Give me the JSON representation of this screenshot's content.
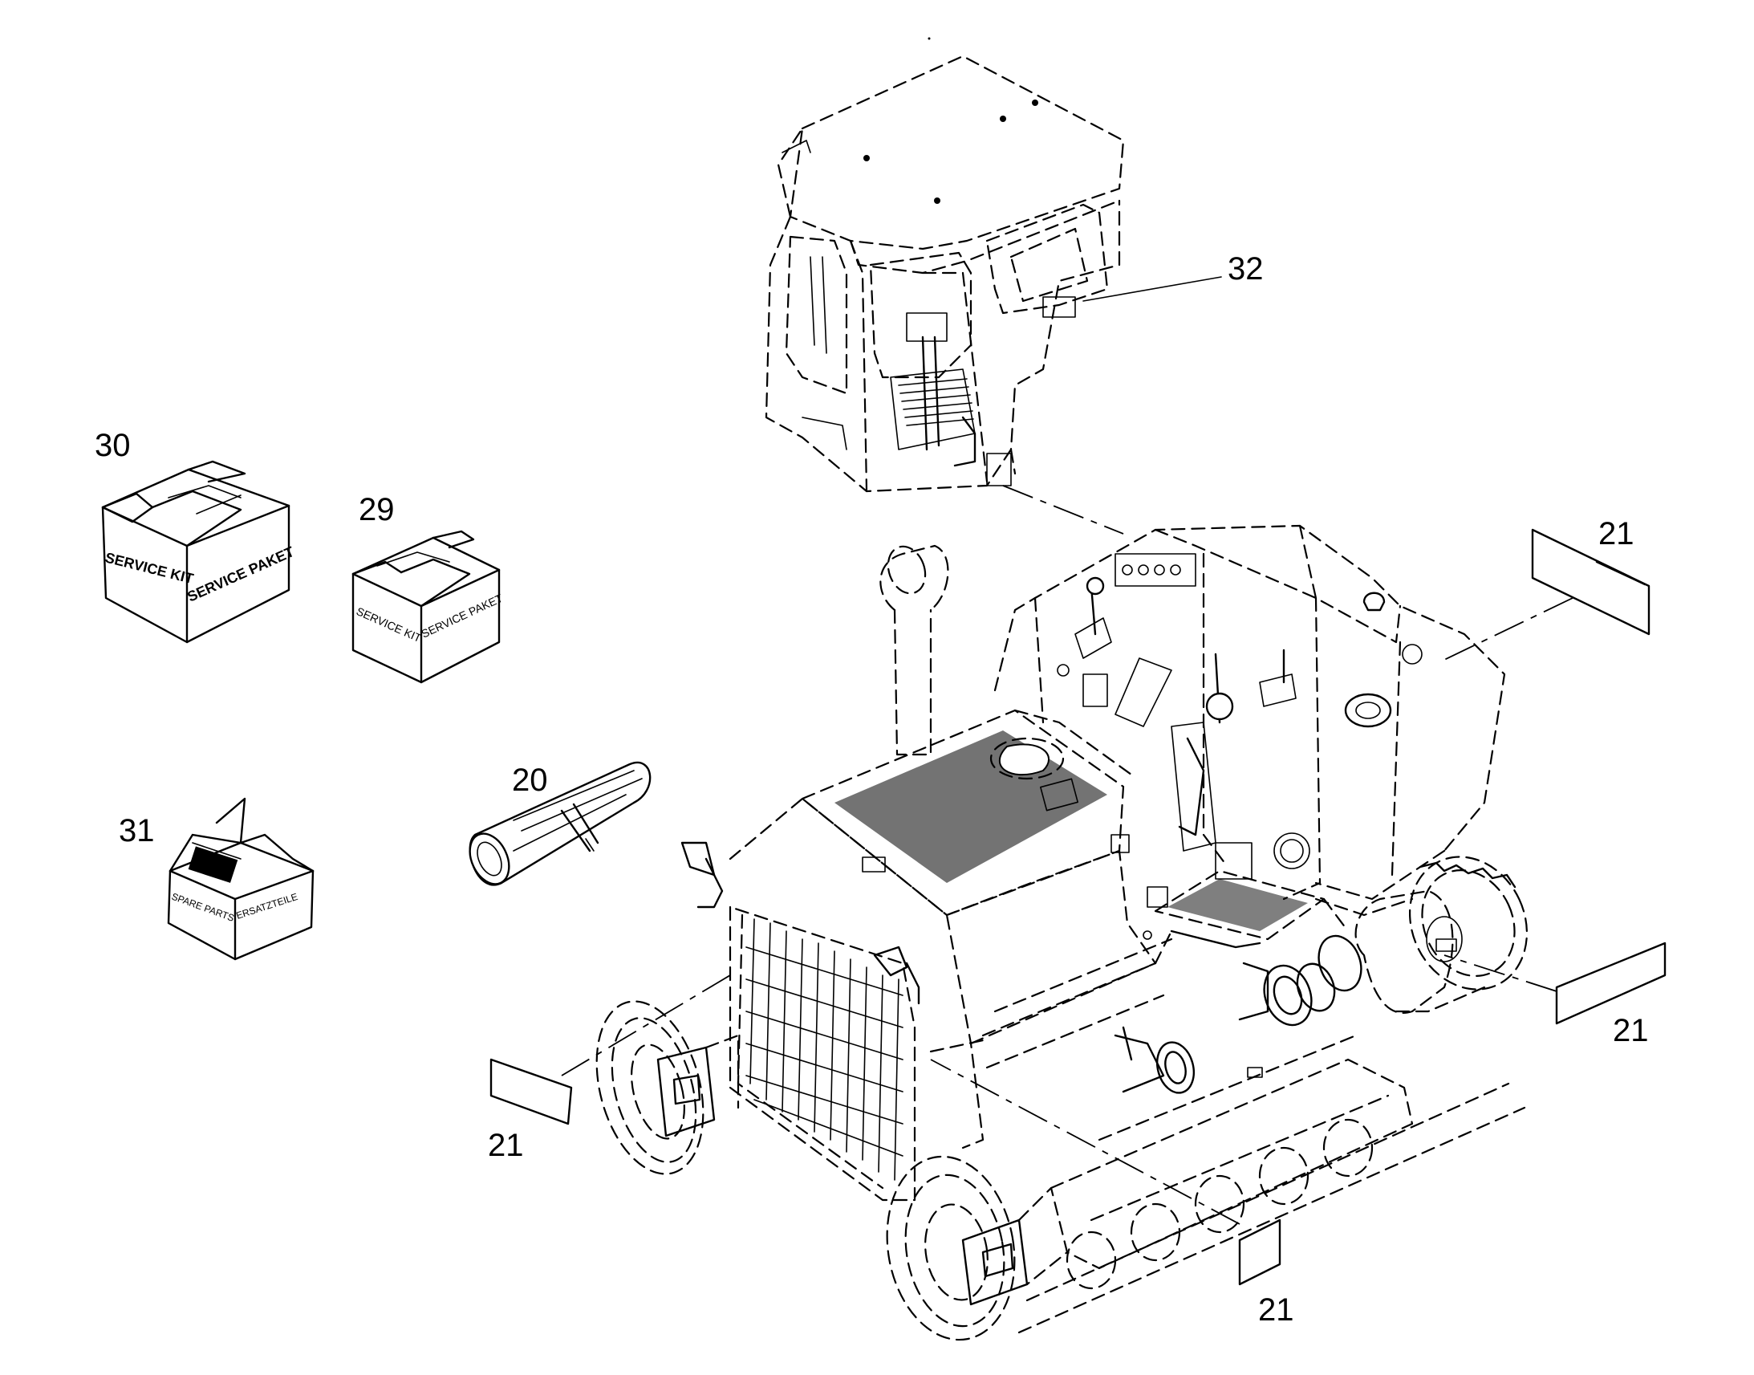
{
  "callouts": {
    "c32": "32",
    "c30": "30",
    "c29": "29",
    "c20": "20",
    "c31": "31",
    "c21a": "21",
    "c21b": "21",
    "c21c": "21",
    "c21d": "21"
  },
  "boxes": {
    "kit_large": {
      "text_a": "SERVICE KIT",
      "text_b": "SERVICE PAKET"
    },
    "kit_small": {
      "text_a": "SERVICE KIT",
      "text_b": "SERVICE PAKET"
    },
    "parts": {
      "text_a": "SPARE PARTS",
      "text_b": "ERSATZTEILE"
    }
  }
}
